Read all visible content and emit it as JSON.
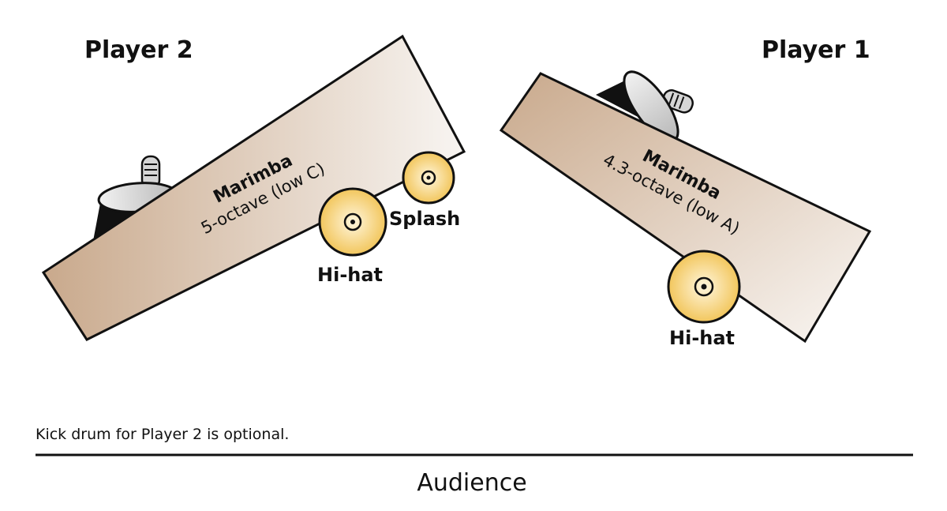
{
  "players": {
    "player2": {
      "label": "Player 2"
    },
    "player1": {
      "label": "Player 1"
    }
  },
  "marimba_left": {
    "name": "Marimba",
    "spec": "5-octave (low C)"
  },
  "marimba_right": {
    "name": "Marimba",
    "spec": "4.3-octave (low A)"
  },
  "cymbals": {
    "left_hihat": "Hi-hat",
    "left_splash": "Splash",
    "right_hihat": "Hi-hat"
  },
  "note": "Kick drum for Player 2 is optional.",
  "audience": "Audience",
  "colors": {
    "marimba_dark": "#c9a98c",
    "marimba_light": "#f7f3f0",
    "cymbal": "#f4c95d",
    "cymbal_light": "#fdf1cf"
  }
}
